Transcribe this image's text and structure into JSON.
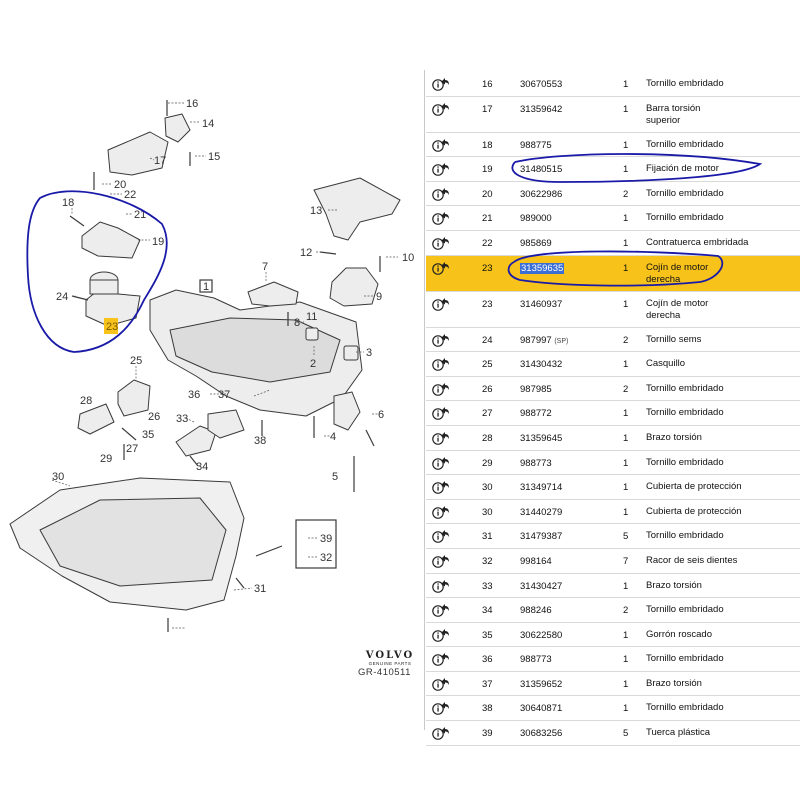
{
  "diagram": {
    "brand_name": "VOLVO",
    "brand_subtitle": "GENUINE PARTS",
    "code": "GR-410511",
    "callouts": [
      "16",
      "14",
      "17",
      "15",
      "20",
      "22",
      "18",
      "21",
      "19",
      "24",
      "23",
      "13",
      "12",
      "10",
      "7",
      "1",
      "11",
      "9",
      "8",
      "2",
      "3",
      "25",
      "28",
      "26",
      "36",
      "37",
      "33",
      "35",
      "27",
      "29",
      "34",
      "38",
      "4",
      "6",
      "5",
      "30",
      "39",
      "32",
      "31"
    ]
  },
  "parts_table": {
    "rows": [
      {
        "num": "16",
        "part": "30670553",
        "qty": "1",
        "desc": "Tornillo embridado"
      },
      {
        "num": "17",
        "part": "31359642",
        "qty": "1",
        "desc": "Barra torsión",
        "desc2": "superior"
      },
      {
        "num": "18",
        "part": "988775",
        "qty": "1",
        "desc": "Tornillo embridado"
      },
      {
        "num": "19",
        "part": "31480515",
        "qty": "1",
        "desc": "Fijación de motor"
      },
      {
        "num": "20",
        "part": "30622986",
        "qty": "2",
        "desc": "Tornillo embridado"
      },
      {
        "num": "21",
        "part": "989000",
        "qty": "1",
        "desc": "Tornillo embridado"
      },
      {
        "num": "22",
        "part": "985869",
        "qty": "1",
        "desc": "Contratuerca embridada"
      },
      {
        "num": "23",
        "part": "31359635",
        "qty": "1",
        "desc": "Cojín de motor",
        "desc2": "derecha",
        "selected": true
      },
      {
        "num": "23",
        "part": "31460937",
        "qty": "1",
        "desc": "Cojín de motor",
        "desc2": "derecha"
      },
      {
        "num": "24",
        "part": "987997",
        "part_note": "(SP)",
        "qty": "2",
        "desc": "Tornillo sems"
      },
      {
        "num": "25",
        "part": "31430432",
        "qty": "1",
        "desc": "Casquillo"
      },
      {
        "num": "26",
        "part": "987985",
        "qty": "2",
        "desc": "Tornillo embridado"
      },
      {
        "num": "27",
        "part": "988772",
        "qty": "1",
        "desc": "Tornillo embridado"
      },
      {
        "num": "28",
        "part": "31359645",
        "qty": "1",
        "desc": "Brazo torsión"
      },
      {
        "num": "29",
        "part": "988773",
        "qty": "1",
        "desc": "Tornillo embridado"
      },
      {
        "num": "30",
        "part": "31349714",
        "qty": "1",
        "desc": "Cubierta de protección"
      },
      {
        "num": "30",
        "part": "31440279",
        "qty": "1",
        "desc": "Cubierta de protección"
      },
      {
        "num": "31",
        "part": "31479387",
        "qty": "5",
        "desc": "Tornillo embridado"
      },
      {
        "num": "32",
        "part": "998164",
        "qty": "7",
        "desc": "Racor de seis dientes"
      },
      {
        "num": "33",
        "part": "31430427",
        "qty": "1",
        "desc": "Brazo torsión"
      },
      {
        "num": "34",
        "part": "988246",
        "qty": "2",
        "desc": "Tornillo embridado"
      },
      {
        "num": "35",
        "part": "30622580",
        "qty": "1",
        "desc": "Gorrón roscado"
      },
      {
        "num": "36",
        "part": "988773",
        "qty": "1",
        "desc": "Tornillo embridado"
      },
      {
        "num": "37",
        "part": "31359652",
        "qty": "1",
        "desc": "Brazo torsión"
      },
      {
        "num": "38",
        "part": "30640871",
        "qty": "1",
        "desc": "Tornillo embridado"
      },
      {
        "num": "39",
        "part": "30683256",
        "qty": "5",
        "desc": "Tuerca plástica"
      }
    ]
  },
  "colors": {
    "selected_row": "#f7c21a",
    "selection_highlight": "#3b6fd6",
    "annotation_ink": "#1a1aa8"
  },
  "icons": {
    "row_icon": "info-share-icon"
  }
}
